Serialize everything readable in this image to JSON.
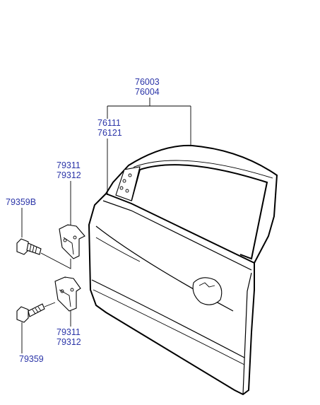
{
  "labels": {
    "door_assembly_1": "76003",
    "door_assembly_2": "76004",
    "door_panel_1": "76111",
    "door_panel_2": "76121",
    "upper_hinge_1": "79311",
    "upper_hinge_2": "79312",
    "upper_bolt": "79359B",
    "lower_hinge_1": "79311",
    "lower_hinge_2": "79312",
    "lower_bolt": "79359"
  },
  "colors": {
    "label_text": "#2b35a8",
    "line_art": "#000000",
    "background": "#ffffff"
  }
}
